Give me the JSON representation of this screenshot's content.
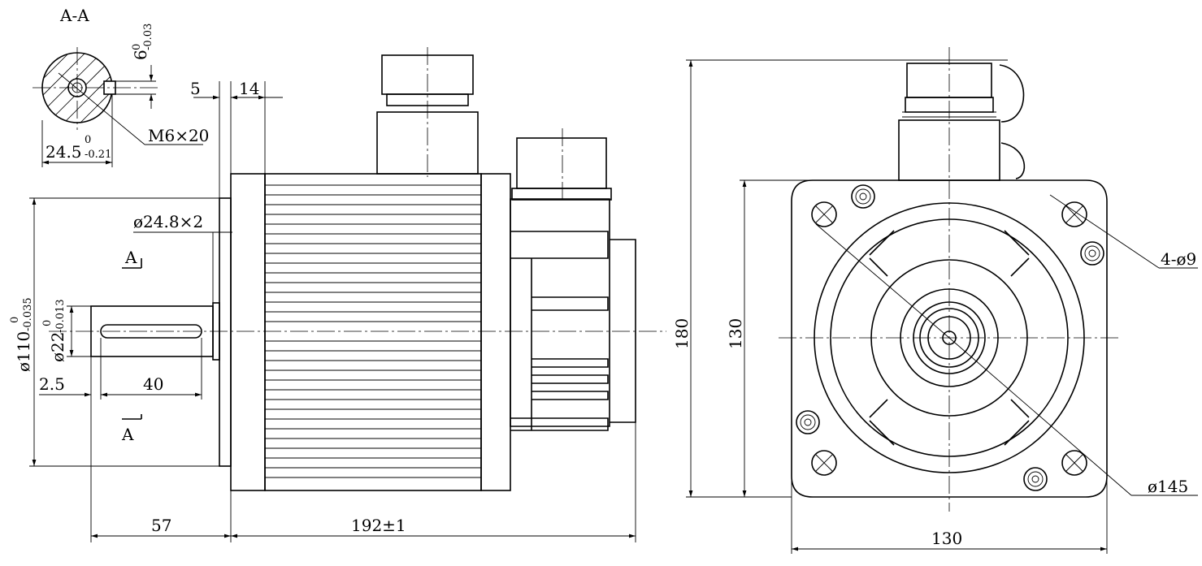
{
  "section": {
    "label": "A-A",
    "keyway_width": "6",
    "keyway_width_tol_upper": "0",
    "keyway_width_tol_lower": "-0.03",
    "key_depth": "24.5",
    "key_depth_tol_upper": "0",
    "key_depth_tol_lower": "-0.21",
    "thread": "M6×20"
  },
  "side_view": {
    "flange_thickness": "5",
    "flange_offset": "14",
    "shaft_flange_dia": "ø24.8×2",
    "section_mark_top": "A",
    "section_mark_bottom": "A",
    "spigot_dia": "ø110",
    "spigot_tol_upper": "0",
    "spigot_tol_lower": "-0.035",
    "shaft_dia": "ø22",
    "shaft_tol_upper": "0",
    "shaft_tol_lower": "-0.013",
    "key_offset": "2.5",
    "key_length": "40",
    "shaft_length": "57",
    "body_length": "192±1"
  },
  "front_view": {
    "overall_height": "180",
    "flange_height": "130",
    "flange_width": "130",
    "mounting_holes": "4-ø9",
    "pitch_circle": "ø145"
  }
}
